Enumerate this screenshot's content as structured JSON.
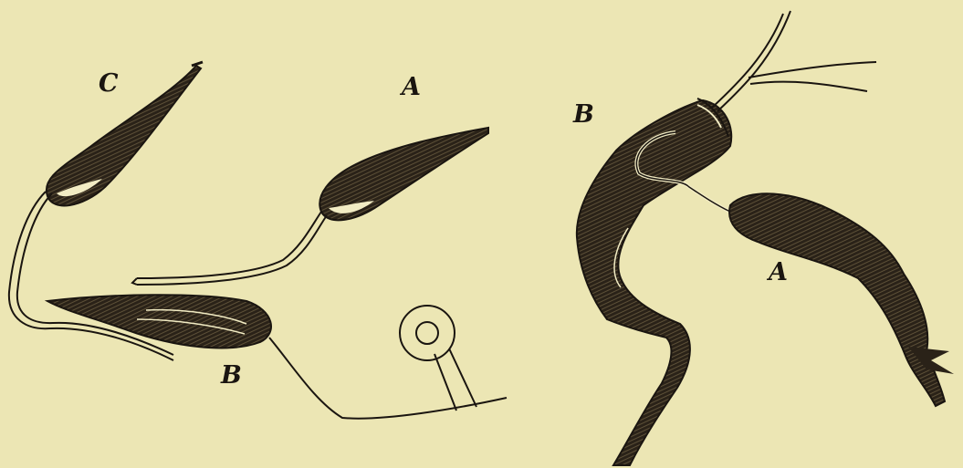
{
  "figure": {
    "left_panel": {
      "labels": {
        "c": "C",
        "a": "A",
        "b": "B"
      }
    },
    "right_panel": {
      "labels": {
        "b": "B",
        "a": "A"
      }
    }
  },
  "colors": {
    "paper": "#ece6b4",
    "ink": "#1a1510",
    "highlight": "#f2ecc4"
  }
}
